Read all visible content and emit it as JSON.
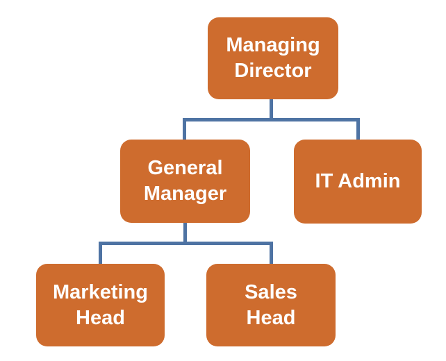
{
  "diagram": {
    "type": "org-chart",
    "background": "#ffffff",
    "colors": {
      "node_fill": "#ce6c2e",
      "node_text": "#ffffff",
      "connector": "#4e73a3"
    },
    "nodes": [
      {
        "id": "managing-director",
        "label": "Managing Director",
        "lines": [
          "Managing",
          "Director"
        ],
        "level": 1,
        "parent": null
      },
      {
        "id": "general-manager",
        "label": "General Manager",
        "lines": [
          "General",
          "Manager"
        ],
        "level": 2,
        "parent": "managing-director"
      },
      {
        "id": "it-admin",
        "label": "IT Admin",
        "lines": [
          "IT Admin"
        ],
        "level": 2,
        "parent": "managing-director"
      },
      {
        "id": "marketing-head",
        "label": "Marketing Head",
        "lines": [
          "Marketing",
          "Head"
        ],
        "level": 3,
        "parent": "general-manager"
      },
      {
        "id": "sales-head",
        "label": "Sales Head",
        "lines": [
          "Sales",
          "Head"
        ],
        "level": 3,
        "parent": "general-manager"
      }
    ]
  }
}
